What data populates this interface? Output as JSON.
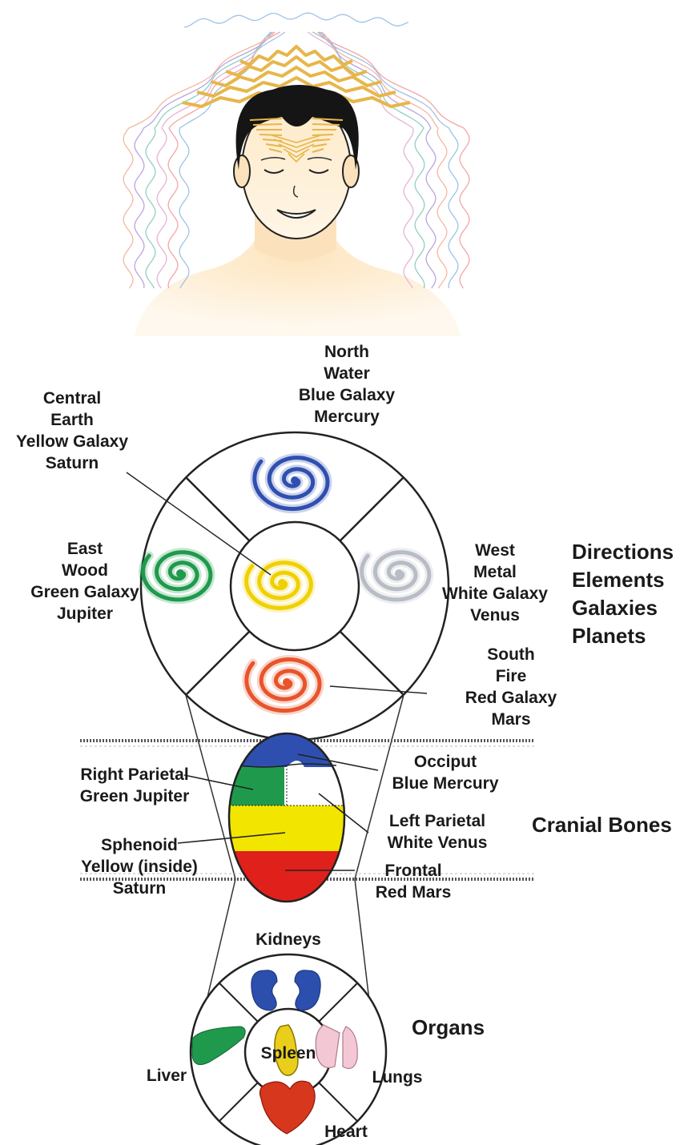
{
  "colors": {
    "blue": "#2f4fb0",
    "green": "#1f9a4d",
    "yellow": "#f2e600",
    "white": "#ffffff",
    "red": "#e0201b",
    "gold": "#e7b64a",
    "hair": "#111111",
    "skin": "#fde9c7",
    "ink": "#1a1a1a"
  },
  "figure": {
    "icon": "meditating-head-illustration"
  },
  "galaxies": {
    "north": {
      "lines": [
        "North",
        "Water",
        "Blue Galaxy",
        "Mercury"
      ],
      "color": "#2f4fb0"
    },
    "central": {
      "lines": [
        "Central",
        "Earth",
        "Yellow Galaxy",
        "Saturn"
      ],
      "color": "#f0d000"
    },
    "east": {
      "lines": [
        "East",
        "Wood",
        "Green Galaxy",
        "Jupiter"
      ],
      "color": "#1f9a4d"
    },
    "west": {
      "lines": [
        "West",
        "Metal",
        "White Galaxy",
        "Venus"
      ],
      "color": "#b8bcc4"
    },
    "south": {
      "lines": [
        "South",
        "Fire",
        "Red Galaxy",
        "Mars"
      ],
      "color": "#e8552a"
    },
    "heading": [
      "Directions",
      "Elements",
      "Galaxies",
      "Planets"
    ]
  },
  "cranial": {
    "heading": "Cranial Bones",
    "occiput": [
      "Occiput",
      "Blue Mercury"
    ],
    "right_parietal": [
      "Right Parietal",
      "Green  Jupiter"
    ],
    "left_parietal": [
      "Left Parietal",
      "White Venus"
    ],
    "sphenoid": [
      "Sphenoid",
      "Yellow (inside)",
      "Saturn"
    ],
    "frontal": [
      "Frontal",
      "Red Mars"
    ]
  },
  "organs": {
    "heading": "Organs",
    "kidneys": "Kidneys",
    "spleen": "Spleen",
    "liver": "Liver",
    "lungs": "Lungs",
    "heart": "Heart"
  }
}
